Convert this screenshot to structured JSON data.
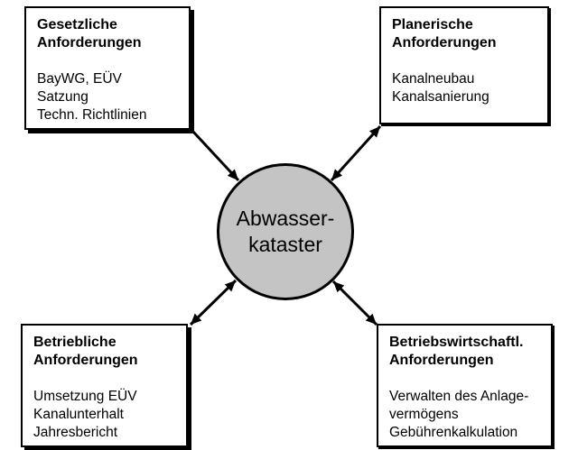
{
  "colors": {
    "background": "#ffffff",
    "line": "#000000",
    "center_fill": "#c4c4c4"
  },
  "center": {
    "line1": "Abwasser-",
    "line2": "kataster"
  },
  "boxes": [
    {
      "id": "gesetzliche-anforderungen",
      "title_line1": "Gesetzliche",
      "title_line2": "Anforderungen",
      "lines": [
        "BayWG, EÜV",
        "Satzung",
        "Techn. Richtlinien"
      ]
    },
    {
      "id": "planerische-anforderungen",
      "title_line1": "Planerische",
      "title_line2": "Anforderungen",
      "lines": [
        "Kanalneubau",
        "Kanalsanierung"
      ]
    },
    {
      "id": "betriebliche-anforderungen",
      "title_line1": "Betriebliche",
      "title_line2": "Anforderungen",
      "lines": [
        "Umsetzung EÜV",
        "Kanalunterhalt",
        "Jahresbericht"
      ]
    },
    {
      "id": "betriebswirtschaftliche-anforderungen",
      "title_line1": "Betriebswirtschaftl.",
      "title_line2": "Anforderungen",
      "lines": [
        "Verwalten des Anlage-",
        "vermögens",
        "Gebührenkalkulation"
      ]
    }
  ]
}
